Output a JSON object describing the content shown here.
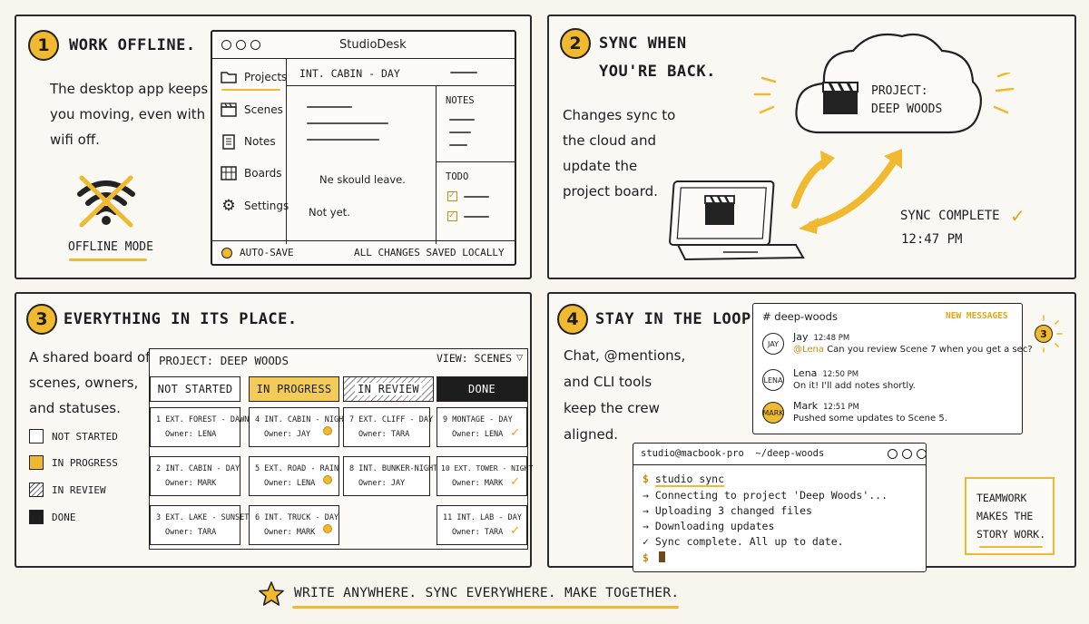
{
  "panel1": {
    "number": "1",
    "title": "WORK OFFLINE.",
    "description": [
      "The desktop app keeps",
      "you moving, even with",
      "wifi off."
    ],
    "offline_label": "OFFLINE MODE",
    "icon": "wifi-off-icon",
    "app": {
      "title": "StudioDesk",
      "sidebar": [
        {
          "label": "Projects",
          "icon": "folder-icon"
        },
        {
          "label": "Scenes",
          "icon": "clapperboard-icon"
        },
        {
          "label": "Notes",
          "icon": "notes-icon"
        },
        {
          "label": "Boards",
          "icon": "board-icon"
        },
        {
          "label": "Settings",
          "icon": "gear-icon"
        }
      ],
      "scene_heading": "INT. CABIN - DAY",
      "script_lines": [
        "Ne skould leave.",
        "Not yet."
      ],
      "notes_header": "NOTES",
      "todo_header": "TODO",
      "autosave_label": "AUTO-SAVE",
      "status_text": "ALL CHANGES SAVED LOCALLY"
    }
  },
  "panel2": {
    "number": "2",
    "title_lines": [
      "SYNC WHEN",
      "YOU'RE BACK."
    ],
    "description": [
      "Changes sync to",
      "the cloud and",
      "update the",
      "project board."
    ],
    "cloud_project": [
      "PROJECT:",
      "DEEP WOODS"
    ],
    "sync_status": "SYNC COMPLETE",
    "sync_time": "12:47 PM"
  },
  "panel3": {
    "number": "3",
    "title": "EVERYTHING IN ITS PLACE.",
    "description": [
      "A shared board of",
      "scenes, owners,",
      "and statuses."
    ],
    "legend": [
      {
        "label": "NOT STARTED",
        "style": "empty"
      },
      {
        "label": "IN PROGRESS",
        "style": "yellow"
      },
      {
        "label": "IN REVIEW",
        "style": "hatched"
      },
      {
        "label": "DONE",
        "style": "black"
      }
    ],
    "board": {
      "project": "PROJECT: DEEP WOODS",
      "view": "VIEW: SCENES",
      "columns": [
        {
          "label": "NOT STARTED",
          "cards": [
            {
              "title": "1 EXT. FOREST - DAWN",
              "owner": "Owner: LENA"
            },
            {
              "title": "2 INT. CABIN - DAY",
              "owner": "Owner: MARK"
            },
            {
              "title": "3 EXT. LAKE - SUNSET",
              "owner": "Owner: TARA"
            }
          ]
        },
        {
          "label": "IN PROGRESS",
          "cards": [
            {
              "title": "4 INT. CABIN - NIGHT",
              "owner": "Owner: JAY"
            },
            {
              "title": "5 EXT. ROAD - RAIN",
              "owner": "Owner: LENA"
            },
            {
              "title": "6 INT. TRUCK - DAY",
              "owner": "Owner: MARK"
            }
          ]
        },
        {
          "label": "IN REVIEW",
          "cards": [
            {
              "title": "7 EXT. CLIFF - DAY",
              "owner": "Owner: TARA"
            },
            {
              "title": "8 INT. BUNKER-NIGHT",
              "owner": "Owner: JAY"
            }
          ]
        },
        {
          "label": "DONE",
          "cards": [
            {
              "title": "9 MONTAGE - DAY",
              "owner": "Owner: LENA"
            },
            {
              "title": "10 EXT. TOWER - NIGHT",
              "owner": "Owner: MARK"
            },
            {
              "title": "11 INT. LAB - DAY",
              "owner": "Owner: TARA"
            }
          ]
        }
      ]
    }
  },
  "panel4": {
    "number": "4",
    "title": "STAY IN THE LOOP.",
    "description": [
      "Chat, @mentions,",
      "and CLI tools",
      "keep the crew",
      "aligned."
    ],
    "chat": {
      "channel": "# deep-woods",
      "new_messages": "NEW MESSAGES",
      "badge": "3",
      "messages": [
        {
          "avatar": "JAY",
          "name": "Jay",
          "time": "12:48 PM",
          "mention": "@Lena",
          "text": " Can you review Scene 7 when you get a sec?"
        },
        {
          "avatar": "LENA",
          "name": "Lena",
          "time": "12:50 PM",
          "mention": "",
          "text": "On it! I'll add notes shortly."
        },
        {
          "avatar": "MARK",
          "name": "Mark",
          "time": "12:51 PM",
          "mention": "",
          "text": "Pushed some updates to Scene 5."
        }
      ]
    },
    "terminal": {
      "title": "studio@macbook-pro  ~/deep-woods",
      "prompt": "$",
      "command": "studio sync",
      "lines": [
        "→ Connecting to project 'Deep Woods'...",
        "→ Uploading 3 changed files",
        "→ Downloading updates",
        "✓ Sync complete.  All up to date."
      ]
    },
    "callout": [
      "TEAMWORK",
      "MAKES THE",
      "STORY WORK."
    ]
  },
  "footer": {
    "tagline": "WRITE ANYWHERE. SYNC EVERYWHERE. MAKE TOGETHER.",
    "icon": "star-icon"
  },
  "colors": {
    "accent": "#f0b92f",
    "ink": "#1d1d1d",
    "paper": "#f8f5ee"
  }
}
